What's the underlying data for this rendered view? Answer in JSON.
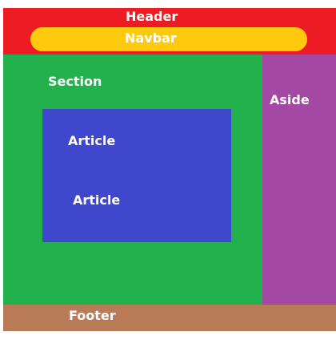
{
  "header": {
    "label": "Header",
    "color": "#ed1c24"
  },
  "navbar": {
    "label": "Navbar",
    "color": "#ffc90e"
  },
  "section": {
    "label": "Section",
    "color": "#22b14c"
  },
  "article": {
    "labels": [
      "Article",
      "Article"
    ],
    "color": "#3f48cc"
  },
  "aside": {
    "label": "Aside",
    "color": "#a349a4"
  },
  "footer": {
    "label": "Footer",
    "color": "#b97a57"
  }
}
